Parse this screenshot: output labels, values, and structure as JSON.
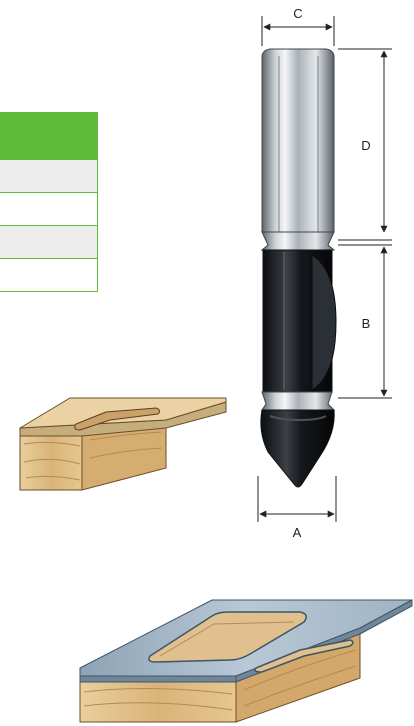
{
  "spec_table": {
    "header": "",
    "rows": [
      {
        "value": ""
      },
      {
        "value": ""
      },
      {
        "value": ""
      },
      {
        "value": ""
      }
    ]
  },
  "dimensions": {
    "a": "A",
    "b": "B",
    "c": "C",
    "d": "D"
  },
  "colors": {
    "table_header": "#5fb93a",
    "table_border": "#5fb93a",
    "shank_metal": "#9aa4ac",
    "cutter_body": "#1b1f22",
    "template_plate": "#9fb3c4",
    "wood": "#e2c28e"
  }
}
